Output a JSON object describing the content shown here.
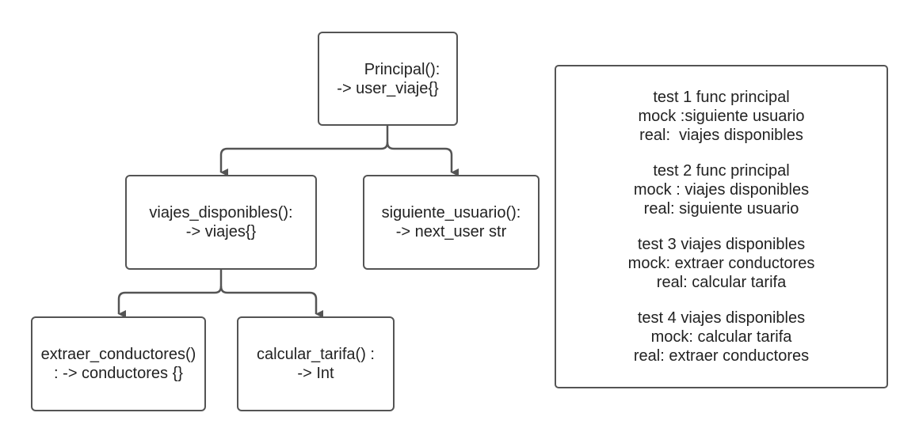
{
  "colors": {
    "stroke": "#545454",
    "text": "#222222",
    "background": "#ffffff"
  },
  "nodes": {
    "principal": {
      "line1": "Principal():",
      "line2": "-> user_viaje{}"
    },
    "viajes_disponibles": {
      "line1": "viajes_disponibles():",
      "line2": "-> viajes{}"
    },
    "siguiente_usuario": {
      "line1": "siguiente_usuario():",
      "line2": "-> next_user str"
    },
    "extraer_conductores": {
      "line1": "extraer_conductores()",
      "line2": ": -> conductores {}"
    },
    "calcular_tarifa": {
      "line1": "calcular_tarifa() :",
      "line2": "-> Int"
    }
  },
  "tests": [
    {
      "title": "test 1 func principal",
      "mock": "mock :siguiente usuario",
      "real": "real:  viajes disponibles"
    },
    {
      "title": "test 2 func principal",
      "mock": "mock : viajes disponibles",
      "real": "real: siguiente usuario"
    },
    {
      "title": "test 3 viajes disponibles",
      "mock": "mock: extraer conductores",
      "real": "real: calcular tarifa"
    },
    {
      "title": "test 4 viajes disponibles",
      "mock": "mock: calcular tarifa",
      "real": "real: extraer conductores"
    }
  ]
}
